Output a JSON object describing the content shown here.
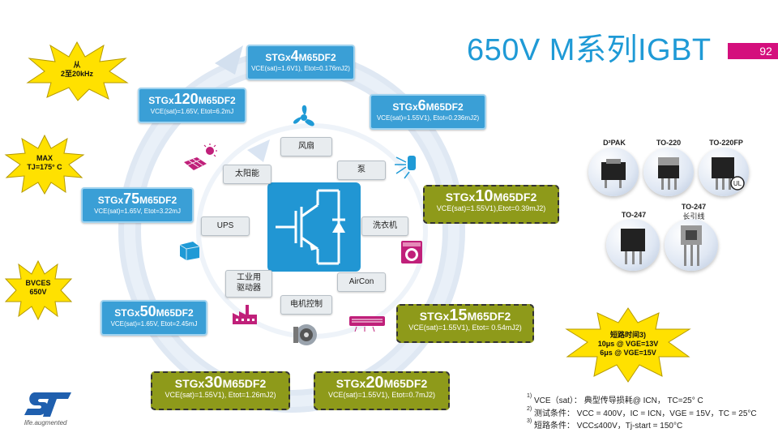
{
  "header": {
    "title": "650V M系列IGBT",
    "page_number": "92"
  },
  "stars": [
    {
      "lines": [
        "从",
        "2至20kHz"
      ]
    },
    {
      "lines": [
        "MAX",
        "TJ=175° C"
      ]
    },
    {
      "lines": [
        "BVCES",
        "650V"
      ]
    },
    {
      "lines": [
        "短路时间3)",
        "10μs @ VGE=13V",
        "6μs @ VGE=15V"
      ]
    }
  ],
  "products": [
    {
      "prefix": "STGx",
      "num": "4",
      "suffix": "M65DF2",
      "spec": "VCE(sat)=1.6V1), Etot=0.176mJ2)"
    },
    {
      "prefix": "STGx",
      "num": "6",
      "suffix": "M65DF2",
      "spec": "VCE(sat)=1.55V1), Etot=0.236mJ2)"
    },
    {
      "prefix": "STGx",
      "num": "10",
      "suffix": "M65DF2",
      "spec": "VCE(sat)=1.55V1),Etot=0.39mJ2)"
    },
    {
      "prefix": "STGx",
      "num": "15",
      "suffix": "M65DF2",
      "spec": "VCE(sat)=1.55V1), Etot= 0.54mJ2)"
    },
    {
      "prefix": "STGx",
      "num": "20",
      "suffix": "M65DF2",
      "spec": "VCE(sat)=1.55V1), Etot=0.7mJ2)"
    },
    {
      "prefix": "STGx",
      "num": "30",
      "suffix": "M65DF2",
      "spec": "VCE(sat)=1.55V1), Etot=1.26mJ2)"
    },
    {
      "prefix": "STGx",
      "num": "50",
      "suffix": "M65DF2",
      "spec": "VCE(sat)=1.65V, Etot=2.45mJ"
    },
    {
      "prefix": "STGx",
      "num": "75",
      "suffix": "M65DF2",
      "spec": "VCE(sat)=1.65V, Etot=3.22mJ"
    },
    {
      "prefix": "STGx",
      "num": "120",
      "suffix": "M65DF2",
      "spec": "VCE(sat)=1.65V, Etot=6.2mJ"
    }
  ],
  "applications": {
    "fan": "风扇",
    "pump": "泵",
    "washer": "洗衣机",
    "aircon": "AirCon",
    "motor": "电机控制",
    "industrial_line1": "工业用",
    "industrial_line2": "驱动器",
    "ups": "UPS",
    "solar": "太阳能"
  },
  "packages": {
    "d2pak": "D²PAK",
    "to220": "TO-220",
    "to220fp": "TO-220FP",
    "to247": "TO-247",
    "to247_long_line1": "TO-247",
    "to247_long_line2": "长引线"
  },
  "notes": [
    {
      "num": "1)",
      "text": "VCE（sat）：  典型传导损耗@ ICN，  TC=25° C"
    },
    {
      "num": "2)",
      "text": "测试条件：  VCC = 400V，IC = ICN，VGE = 15V，TC = 25°C"
    },
    {
      "num": "3)",
      "text": "短路条件：  VCC≤400V，Tj-start  = 150°C"
    }
  ],
  "logo": {
    "tagline": "life.augmented"
  },
  "colors": {
    "accent_blue": "#3a9fd6",
    "title_blue": "#1f9ad6",
    "olive": "#8e9a1a",
    "star_yellow": "#ffe100",
    "page_magenta": "#d40f7d",
    "icon_magenta": "#c0207a"
  }
}
